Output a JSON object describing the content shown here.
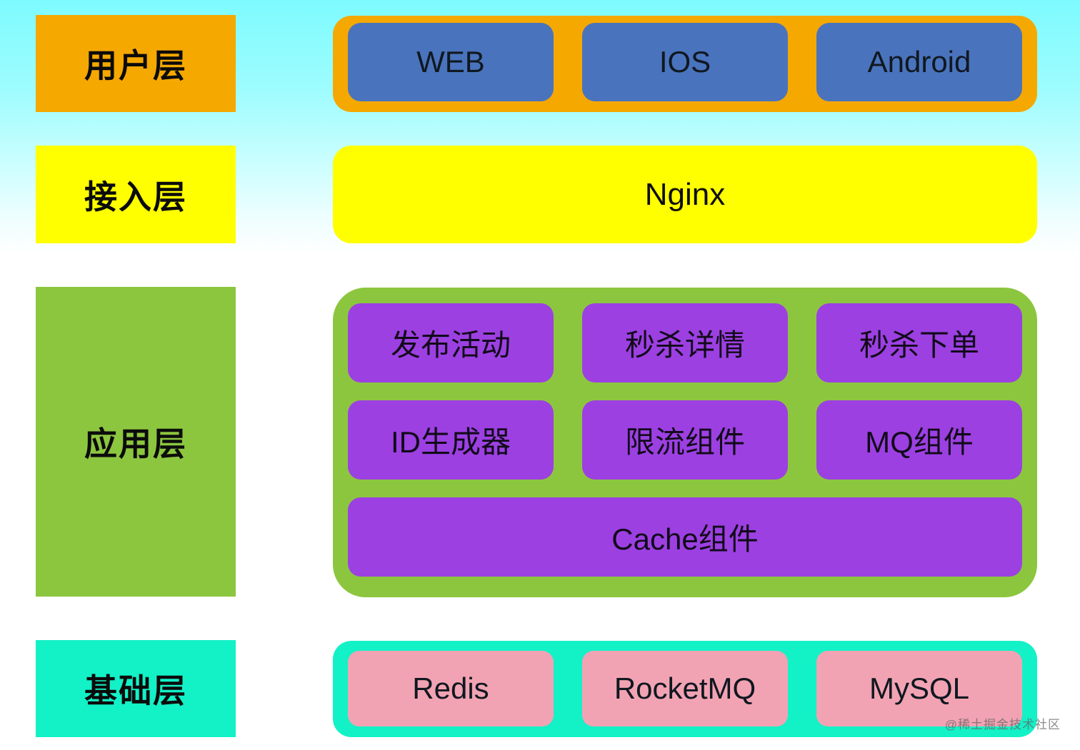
{
  "layers": [
    {
      "id": "user",
      "label": "用户层",
      "items": [
        "WEB",
        "IOS",
        "Android"
      ]
    },
    {
      "id": "access",
      "label": "接入层",
      "items": [
        "Nginx"
      ]
    },
    {
      "id": "application",
      "label": "应用层",
      "items": [
        "发布活动",
        "秒杀详情",
        "秒杀下单",
        "ID生成器",
        "限流组件",
        "MQ组件",
        "Cache组件"
      ]
    },
    {
      "id": "infrastructure",
      "label": "基础层",
      "items": [
        "Redis",
        "RocketMQ",
        "MySQL"
      ]
    }
  ],
  "colors": {
    "background_top": "#7dfbff",
    "user_layer": "#f5a800",
    "user_items": "#4a73bd",
    "access_layer": "#ffff00",
    "application_layer": "#8cc63f",
    "application_items": "#9c40e2",
    "infrastructure_layer": "#13f1c7",
    "infrastructure_items": "#f2a3b3"
  },
  "watermark": "@稀土掘金技术社区"
}
